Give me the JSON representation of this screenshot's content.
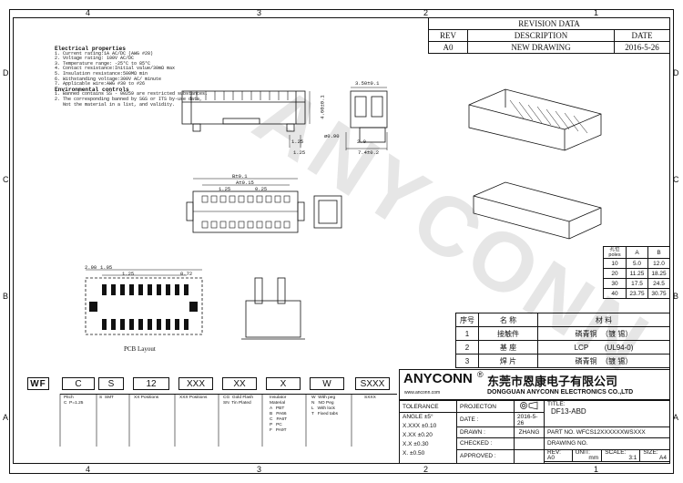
{
  "zones": {
    "top": [
      "4",
      "3",
      "2",
      "1"
    ],
    "bottom": [
      "4",
      "3",
      "2",
      "1"
    ],
    "left": [
      "D",
      "C",
      "B",
      "A"
    ],
    "right": [
      "D",
      "C",
      "B",
      "A"
    ]
  },
  "revision": {
    "title": "REVISION DATA",
    "headers": [
      "REV",
      "DESCRIPTION",
      "DATE"
    ],
    "rows": [
      [
        "A0",
        "NEW DRAWING",
        "2016-5-26"
      ]
    ]
  },
  "notes": {
    "electrical_title": "Electrical properties",
    "electrical": [
      "1. Current rating:1A AC/DC (AWG #28)",
      "2. Voltage rating: 100V AC/DC",
      "3. Temperature range: -25°C to 85°C",
      "4. Contact resistance:Initial value/30mΩ max",
      "5. Insulation resistance:500MΩ min",
      "6. Withstanding voltage:300V AC/ minute",
      "7. Applicable wire:AWG #30 to #26"
    ],
    "environmental_title": "Environmental controls",
    "environmental": [
      "1. Banned contains SS - 00259 are restricted substances.",
      "2. The corresponding banned by SGS or ITS by-use data,",
      "   Not the material in a list, and validity."
    ]
  },
  "dims": {
    "side_width": "3.50±0.1",
    "side_height": "4.60±0.1",
    "side_foot": "1.25",
    "side_pitch": "1.25",
    "side_thk": "ø0.90",
    "side_base": "2.0",
    "side_total": "7.4±0.2",
    "top_b": "B±0.1",
    "top_a": "A±0.15",
    "top_p1": "1.25",
    "top_p2": "0.25",
    "pcb_1": "2.90",
    "pcb_2": "1.05",
    "pcb_3": "1.25",
    "pcb_4": "0.72",
    "pcb_label": "PCB Layout"
  },
  "watermark": "ANYCONN",
  "dimension_table": {
    "headers": [
      "孔位poles",
      "A",
      "B"
    ],
    "rows": [
      [
        "10",
        "5.0",
        "12.0"
      ],
      [
        "20",
        "11.25",
        "18.25"
      ],
      [
        "30",
        "17.5",
        "24.5"
      ],
      [
        "40",
        "23.75",
        "30.75"
      ]
    ]
  },
  "materials": {
    "headers": [
      "序号",
      "名  称",
      "材    料"
    ],
    "rows": [
      [
        "1",
        "接触件",
        "磷青铜  （镀 锡）"
      ],
      [
        "2",
        "基  座",
        "LCP        (UL94-0)"
      ],
      [
        "3",
        "焊  片",
        "磷青铜  （镀 锡）"
      ]
    ]
  },
  "part_code": {
    "prefix": "WF",
    "segments": [
      "C",
      "S",
      "12",
      "XXX",
      "XX",
      "X",
      "W",
      "SXXX"
    ],
    "descriptions": [
      "Pitch\nC  P=1.25",
      "S  SMT",
      "XX Positions",
      "XXX Positions",
      "CG  Gold Flash\nSN  Tin Plated",
      "Insulator\nMaterial\nA   PBT\nB   PA66\nC   PA6T\nP   PC\nF   PA9T",
      "W  With peg\nN   NO Peg\nL   With lock\nT   Fixed tabs",
      "SXXX"
    ]
  },
  "company": {
    "logo": "ANYCONN",
    "reg": "®",
    "name_cn": "东莞市恩康电子有限公司",
    "website": "www.anconn.com",
    "name_en": "DONGGUAN  ANYCONN  ELECTRONICS CO.,LTD"
  },
  "title_block": {
    "tolerance": "TOLERANCE",
    "angle_label": "ANGLE",
    "angle_value": "±5°",
    "tolerances": [
      [
        "X.XXX",
        "±0.10"
      ],
      [
        "X.XX",
        "±0.20"
      ],
      [
        "X.X",
        "±0.30"
      ],
      [
        "X.",
        "±0.50"
      ]
    ],
    "projection": "PROJECTON",
    "date_label": "DATE :",
    "date_value": "2016-5-26",
    "drawn_label": "DRAWN :",
    "drawn_value": "ZHANG",
    "checked_label": "CHECKED :",
    "approved_label": "APPROVED :",
    "title_label": "TITLE:",
    "title_value": "DF13-ABD",
    "part_no_label": "PART NO.",
    "part_no_value": "WFCS12XXXXXXWSXXX",
    "drawing_no_label": "DRAWING NO.",
    "rev_label": "REV:",
    "rev_value": "A0",
    "unit_label": "UNIT:",
    "unit_value": "mm",
    "scale_label": "SCALE:",
    "scale_value": "3:1",
    "size_label": "SIZE:",
    "size_value": "A4"
  }
}
